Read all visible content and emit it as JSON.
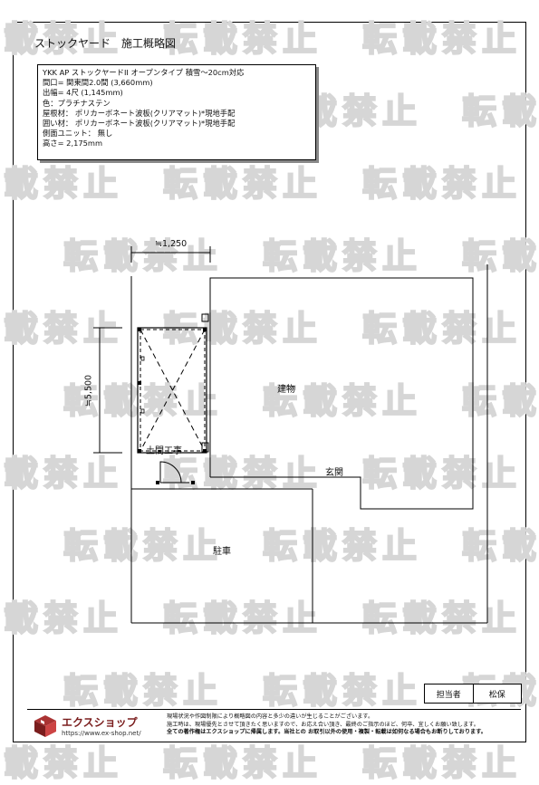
{
  "title": "ストックヤード　施工概略図",
  "spec_lines": [
    "YKK AP ストックヤードII オープンタイプ 積雪～20cm対応",
    "間口= 関東間2.0間 (3,660mm)",
    "出幅= 4尺 (1,145mm)",
    "色：プラチナステン",
    "屋根材： ポリカーボネート波板(クリアマット)*現地手配",
    "囲い材： ポリカーボネート波板(クリアマット)*現地手配",
    "側面ユニット： 無し",
    "高さ= 2,175mm"
  ],
  "dimensions": {
    "width_label": "≒1,250",
    "depth_label": "≒5,500"
  },
  "labels": {
    "building": "建物",
    "earth_floor": "土間工事",
    "entrance": "玄関",
    "parking": "駐車"
  },
  "watermark": "転載禁止",
  "staff": {
    "header": "担当者",
    "name": "松保"
  },
  "footer": {
    "company": "エクスショップ",
    "url": "https://www.ex-shop.net/",
    "notes": [
      "現場状況や作図制限により概略図の内容と多少の違いが生じることがございます。",
      "施工時は、現場優先とさせて頂きたく思いますので、お応え合い頂き、最終のご指示のほど、何卒、宜しくお願い致します。",
      "全ての著作権はエクスショップに帰属します。当社との お取引以外の使用・複製・転載は如何なる場合もお断りしております。"
    ]
  },
  "colors": {
    "logo_brand": "#7a1d1d",
    "watermark": "#d6d6d6"
  }
}
